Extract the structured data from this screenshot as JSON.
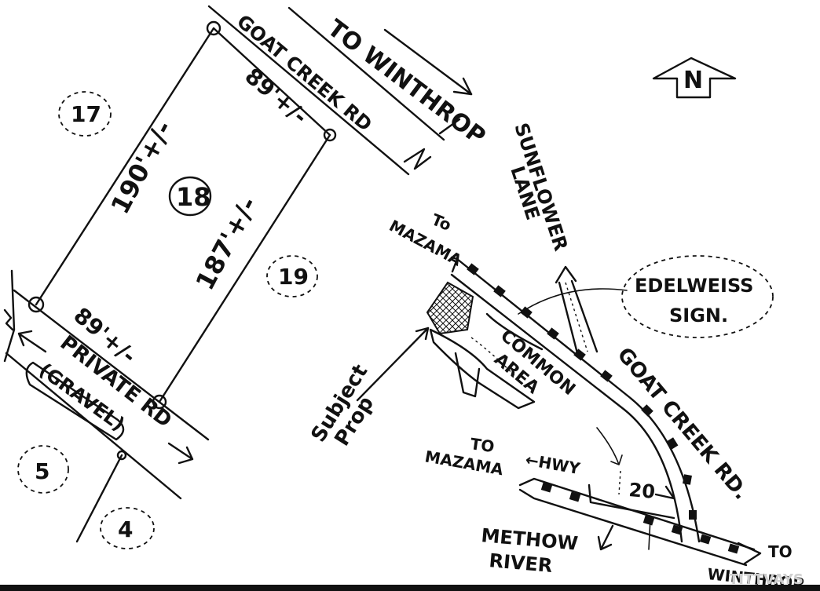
{
  "map": {
    "roads": {
      "goat_creek_top": "GOAT CREEK RD",
      "goat_creek_right": "GOAT CREEK RD.",
      "private_rd": "PRIVATE RD",
      "gravel": "(GRAVEL)",
      "sunflower_1": "SUNFLOWER",
      "sunflower_2": "LANE"
    },
    "directions": {
      "to_winthrop_top": "TO WINTHROP",
      "to_mazama_mid_1": "To",
      "to_mazama_mid_2": "MAZAMA",
      "to_mazama_low_1": "TO",
      "to_mazama_low_2": "MAZAMA",
      "hwy": "←HWY",
      "hwy_num": "20",
      "to_winthrop_bottom_1": "TO",
      "to_winthrop_bottom_2": "WINTHROP"
    },
    "north_label": "N",
    "lot_numbers": {
      "lot_17": "17",
      "lot_18": "18",
      "lot_19": "19",
      "lot_5": "5",
      "lot_4": "4"
    },
    "dimensions": {
      "top": "89'+/-",
      "left": "190'+/-",
      "right": "187'+/-",
      "bottom": "89'+/-"
    },
    "labels": {
      "edelweiss_1": "EDELWEISS",
      "edelweiss_2": "SIGN.",
      "common_1": "COMMON",
      "common_2": "AREA",
      "subject_1": "Subject",
      "subject_2": "Prop",
      "methow_1": "METHOW",
      "methow_2": "RIVER"
    },
    "watermark": "TITTVAYS"
  }
}
